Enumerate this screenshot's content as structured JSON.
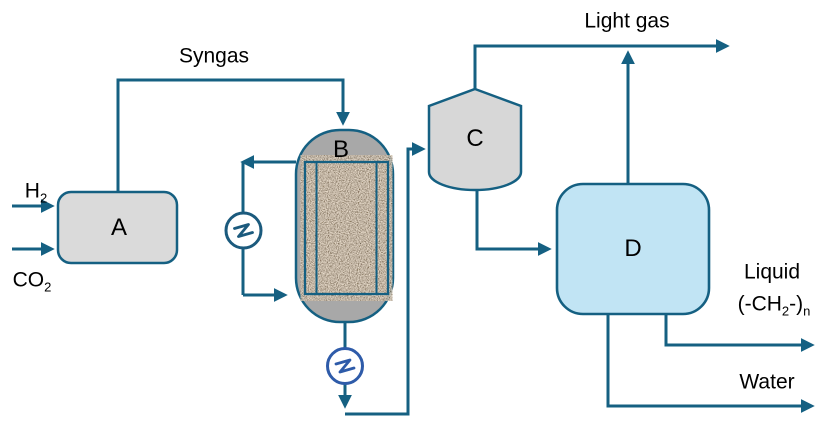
{
  "diagram": {
    "kind": "process-flow-diagram",
    "units": {
      "a": {
        "label": "A",
        "fill": "#dadada"
      },
      "b": {
        "label": "B",
        "fill": "#a8a8a8",
        "bed_fill": "#bbb0a3"
      },
      "c": {
        "label": "C",
        "fill": "#d7d7d7"
      },
      "d": {
        "label": "D",
        "fill": "#c1e4f4"
      }
    },
    "streams": {
      "h2": {
        "base": "H",
        "sub": "2"
      },
      "co2": {
        "base": "CO",
        "sub": "2"
      },
      "syngas": "Syngas",
      "light_gas": "Light gas",
      "liquid": "Liquid",
      "liquid_formula": {
        "p1": "(-CH",
        "s1": "2",
        "p2": "-)",
        "s2": "n"
      },
      "water": "Water"
    },
    "icons": {
      "hx1": "heat-exchanger-icon",
      "hx2": "heat-exchanger-icon"
    },
    "colors": {
      "line": "#156082",
      "shape_stroke": "#156082",
      "hx1_stroke": "#1b5a7d",
      "hx2_stroke": "#2e5ba9",
      "text": "#000000"
    }
  }
}
